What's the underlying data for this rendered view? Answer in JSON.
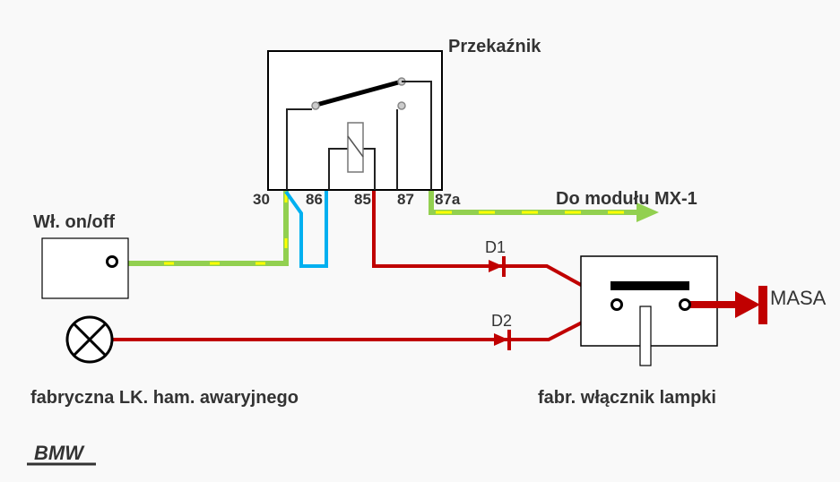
{
  "diagram": {
    "relay": {
      "title": "Przekaźnik",
      "pins": [
        "30",
        "86",
        "85",
        "87",
        "87a"
      ]
    },
    "switch_label": "Wł. on/off",
    "lamp_label": "fabryczna LK. ham. awaryjnego",
    "module_label": "Do modułu MX-1",
    "diode1": "D1",
    "diode2": "D2",
    "lamp_switch_label": "fabr. włącznik lampki",
    "ground_label": "MASA",
    "brand": "BMW",
    "colors": {
      "background": "#f9f9f9",
      "wire_green": "#92d050",
      "wire_yellow_dash": "#ffff00",
      "wire_blue": "#00b0f0",
      "wire_red": "#c00000",
      "outline": "#000000",
      "text": "#333333"
    }
  }
}
